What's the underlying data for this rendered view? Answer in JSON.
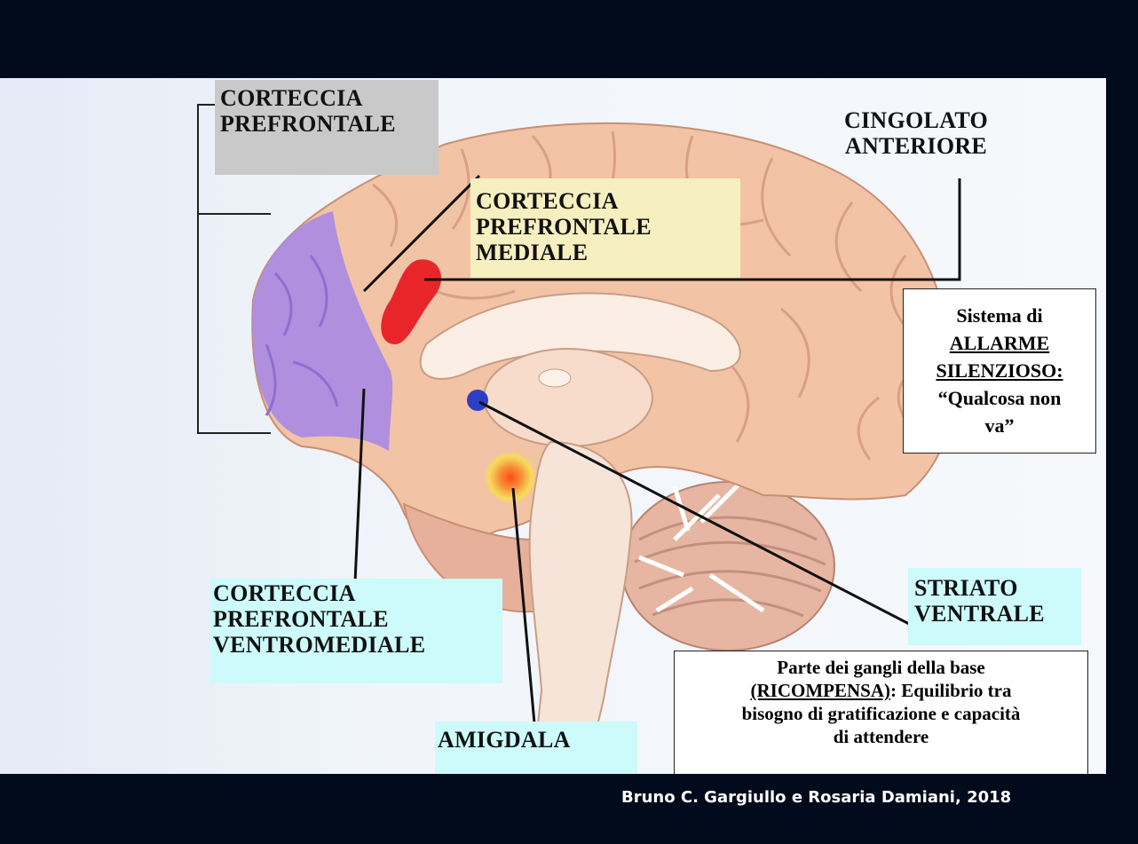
{
  "labels": {
    "prefrontal": [
      "CORTECCIA",
      "PREFRONTALE"
    ],
    "medial": [
      "CORTECCIA",
      "PREFRONTALE",
      "MEDIALE"
    ],
    "cingulate": [
      "CINGOLATO",
      "ANTERIORE"
    ],
    "ventromedial": [
      "CORTECCIA",
      "PREFRONTALE",
      "VENTROMEDIALE"
    ],
    "amygdala": "AMIGDALA",
    "striatum": [
      "STRIATO",
      "VENTRALE"
    ]
  },
  "alarm_note": {
    "line1": "Sistema di",
    "line2": "ALLARME",
    "line3": "SILENZIOSO:",
    "line4": "“Qualcosa non",
    "line5": "va”"
  },
  "reward_note": {
    "line1": "Parte dei gangli della base",
    "line2a": "(RICOMPENSA)",
    "line2b": ": Equilibrio tra",
    "line3": "bisogno di gratificazione e capacità",
    "line4": "di attendere"
  },
  "credit": "Bruno C. Gargiullo e Rosaria Damiani, 2018",
  "colors": {
    "background": "#020b1c",
    "prefrontal_region": "#a98ae6",
    "medial_region": "#e8262a",
    "striatum_dot": "#2c3fc4",
    "amygdala_glow": "#f29a3c",
    "brain": "#f3c3a5"
  }
}
